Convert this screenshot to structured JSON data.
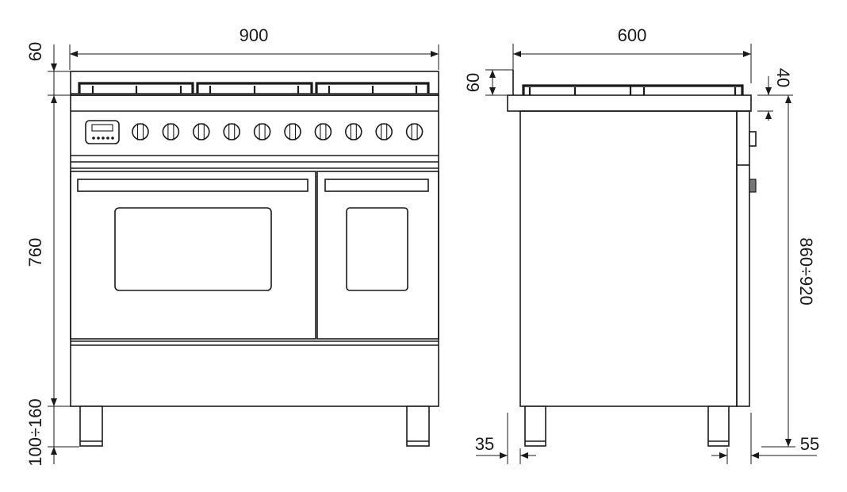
{
  "front_view": {
    "width_label": "900",
    "hob_height_label": "60",
    "body_height_label": "760",
    "feet_height_label": "100÷160",
    "knob_count": 10
  },
  "side_view": {
    "depth_label": "600",
    "hob_height_label": "60",
    "top_edge_label": "40",
    "total_height_label": "860÷920",
    "rear_foot_offset_label": "35",
    "front_foot_offset_label": "55"
  }
}
